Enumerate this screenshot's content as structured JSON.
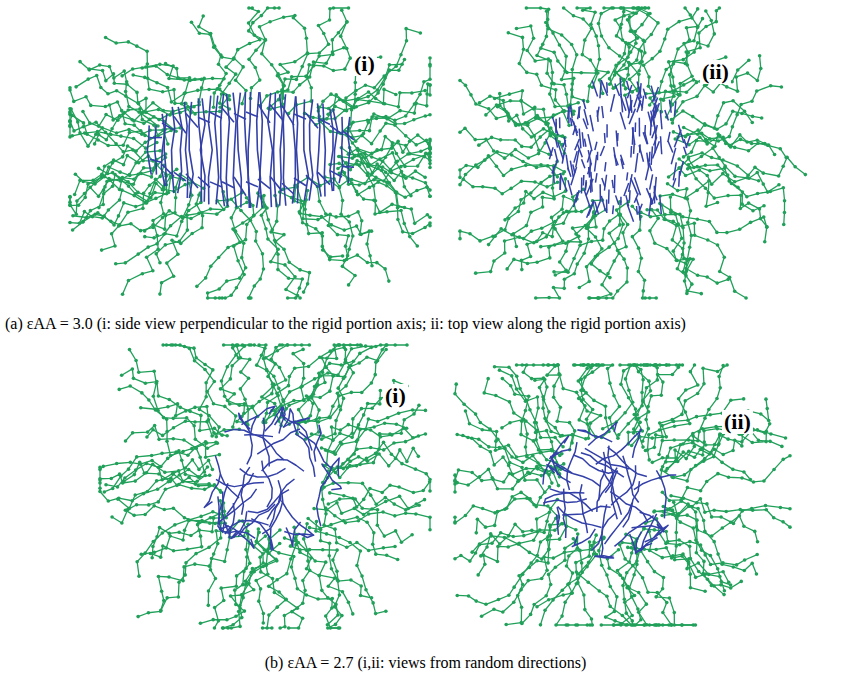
{
  "diagram": {
    "labels": [
      "(i)",
      "(ii)",
      "(a) εAA = 3.0 (i: side view perpendicular to the rigid portion axis; ii: top view along the rigid portion axis)",
      "(i)",
      "(ii)",
      "(b) εAA = 2.7 (i,ii: views from random directions)"
    ]
  }
}
